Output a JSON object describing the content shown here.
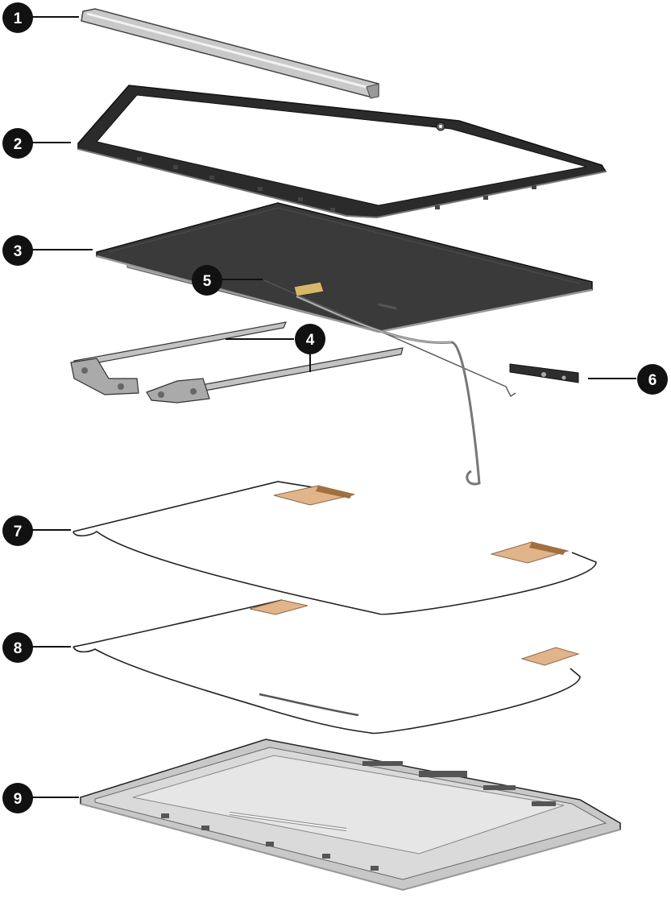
{
  "callouts": [
    {
      "id": 1,
      "label": "1"
    },
    {
      "id": 2,
      "label": "2"
    },
    {
      "id": 3,
      "label": "3"
    },
    {
      "id": 4,
      "label": "4"
    },
    {
      "id": 5,
      "label": "5"
    },
    {
      "id": 6,
      "label": "6"
    },
    {
      "id": 7,
      "label": "7"
    },
    {
      "id": 8,
      "label": "8"
    },
    {
      "id": 9,
      "label": "9"
    }
  ],
  "colors": {
    "callout_fill": "#111111",
    "leader_line": "#111111",
    "panel_dark": "#3a3a3a",
    "bezel": "#2b2b2b",
    "metal": "#b8b8b8",
    "antenna_pad": "#e2b48a",
    "cover": "#d6d6d6"
  }
}
